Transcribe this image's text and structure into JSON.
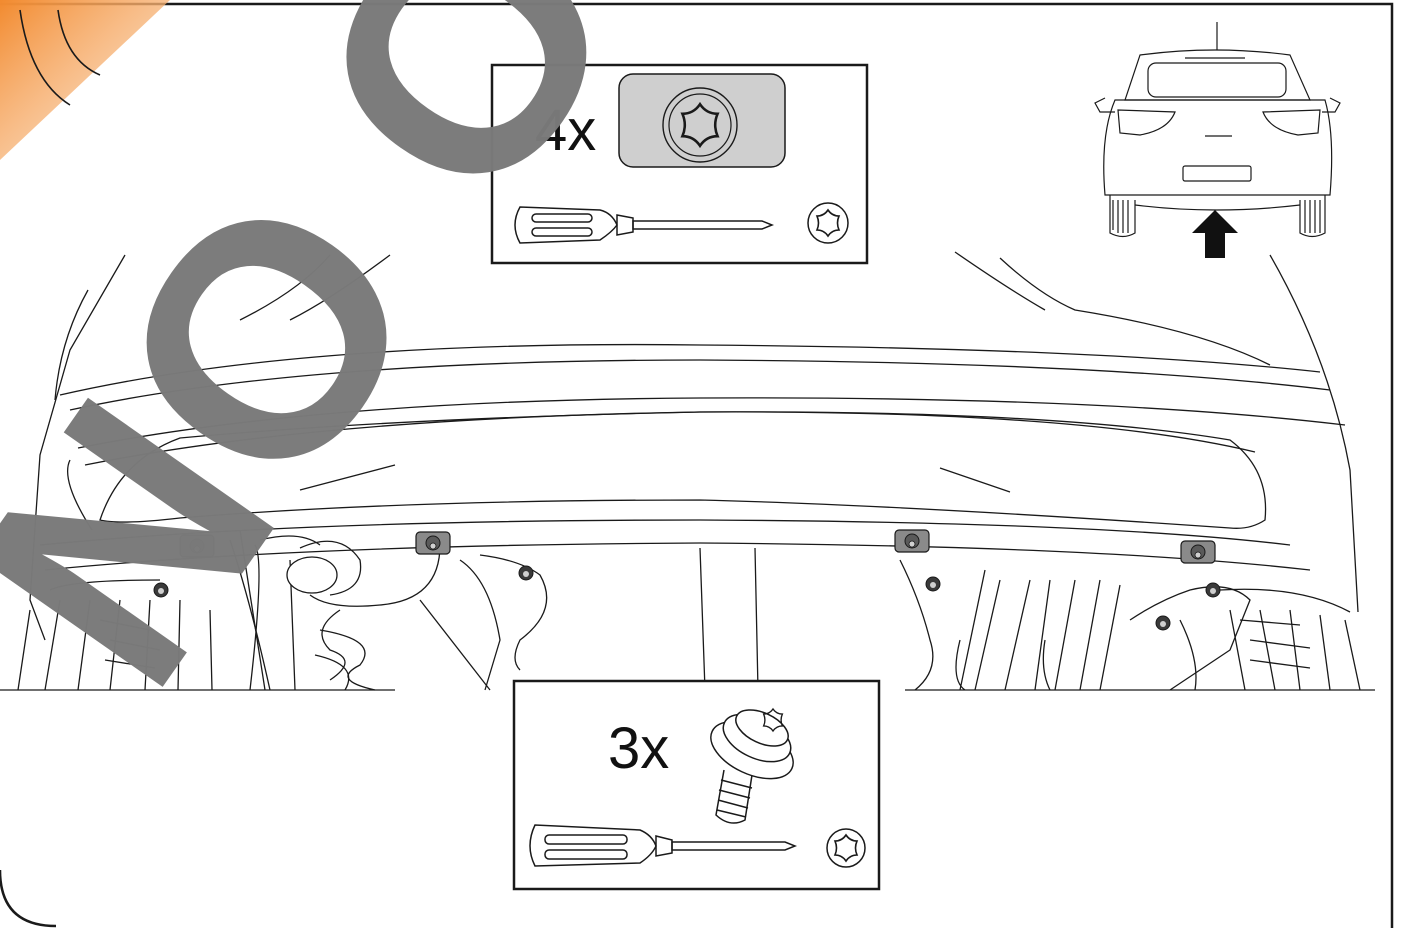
{
  "diagram": {
    "callout_clips": {
      "quantity_label": "4x",
      "part": "clip",
      "tool": "screwdriver",
      "bit": "torx-bit-icon"
    },
    "callout_screws": {
      "quantity_label": "3x",
      "part": "torx-screw",
      "tool": "screwdriver",
      "bit": "torx-bit-icon"
    },
    "watermark": {
      "text": "NO OK"
    },
    "colors": {
      "line": "#1a1a1a",
      "watermark": "#7a7a7a",
      "corner_accent": "#f28a2e",
      "clip_fill": "#cfcfcf"
    }
  }
}
